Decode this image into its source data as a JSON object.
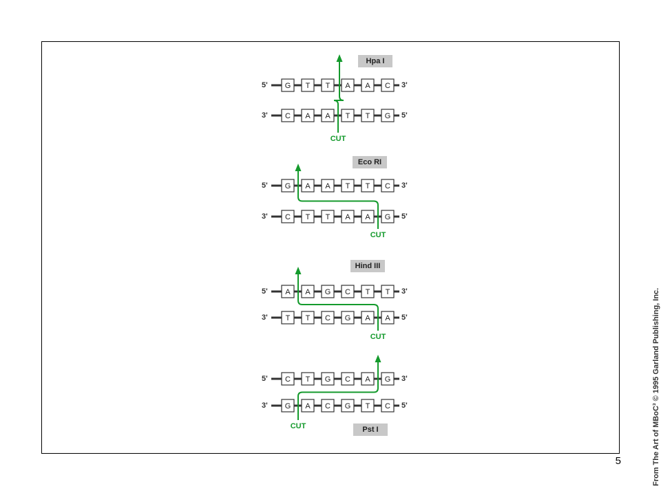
{
  "colors": {
    "cut": "#149a2c",
    "enzyme_box": "#c8c8c8",
    "frame": "#000000"
  },
  "enzymes": [
    {
      "name": "Hpa I",
      "top": {
        "left_label": "5'",
        "bases": [
          "G",
          "T",
          "T",
          "A",
          "A",
          "C"
        ],
        "right_label": "3'"
      },
      "bottom": {
        "left_label": "3'",
        "bases": [
          "C",
          "A",
          "A",
          "T",
          "T",
          "G"
        ],
        "right_label": "5'"
      },
      "cut_top_after": 3,
      "cut_bottom_after": 3,
      "cut_label": "CUT"
    },
    {
      "name": "Eco RI",
      "top": {
        "left_label": "5'",
        "bases": [
          "G",
          "A",
          "A",
          "T",
          "T",
          "C"
        ],
        "right_label": "3'"
      },
      "bottom": {
        "left_label": "3'",
        "bases": [
          "C",
          "T",
          "T",
          "A",
          "A",
          "G"
        ],
        "right_label": "5'"
      },
      "cut_top_after": 1,
      "cut_bottom_after": 5,
      "cut_label": "CUT"
    },
    {
      "name": "Hind III",
      "top": {
        "left_label": "5'",
        "bases": [
          "A",
          "A",
          "G",
          "C",
          "T",
          "T"
        ],
        "right_label": "3'"
      },
      "bottom": {
        "left_label": "3'",
        "bases": [
          "T",
          "T",
          "C",
          "G",
          "A",
          "A"
        ],
        "right_label": "5'"
      },
      "cut_top_after": 1,
      "cut_bottom_after": 5,
      "cut_label": "CUT"
    },
    {
      "name": "Pst I",
      "top": {
        "left_label": "5'",
        "bases": [
          "C",
          "T",
          "G",
          "C",
          "A",
          "G"
        ],
        "right_label": "3'"
      },
      "bottom": {
        "left_label": "3'",
        "bases": [
          "G",
          "A",
          "C",
          "G",
          "T",
          "C"
        ],
        "right_label": "5'"
      },
      "cut_top_after": 5,
      "cut_bottom_after": 1,
      "cut_label": "CUT"
    }
  ],
  "credit": "From The Art of MBoC³ © 1995 Garland Publishing, Inc.",
  "slide_number": "5"
}
